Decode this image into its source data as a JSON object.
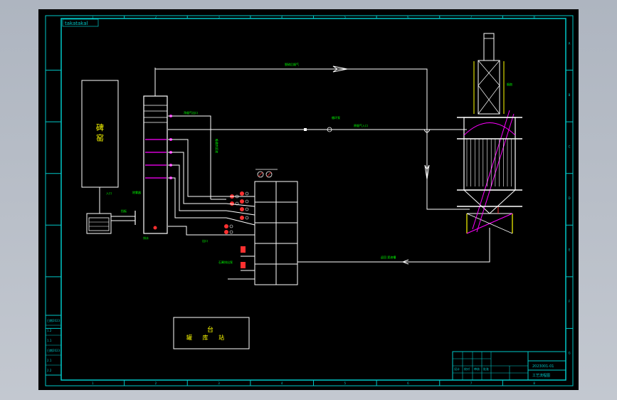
{
  "colors": {
    "viewport_bg": "#b8bec8",
    "sheet_bg": "#000000",
    "frame": "#00c8c8",
    "pipe": "#ffffff",
    "label": "#00ff00",
    "equipment": "#ffffff",
    "accent_magenta": "#ff00ff",
    "accent_red": "#ff3030",
    "accent_yellow": "#ffff00"
  },
  "title_stamp": "takatakal",
  "kiln_label": "碑 窑",
  "storage_label_top": "台",
  "storage_label_bottom": "罐 库 站",
  "column_numbers": [
    "1",
    "2",
    "3",
    "4",
    "5",
    "6",
    "7",
    "8"
  ],
  "row_letters": [
    "A",
    "B",
    "C",
    "D",
    "E",
    "F",
    "G"
  ],
  "pipe_labels": {
    "top_flue": "脱硫后烟气",
    "middle_flue": "原烟气入口",
    "tower_outlet": "净烟气出口",
    "vertical_feed": "吸收剂浆液",
    "return_line": "返回 浆液槽",
    "tower_top_tag": "除雾器",
    "pump_tag": "循环泵",
    "damper_tag": "挡板",
    "inlet_tag": "入口",
    "drain_tag": "排水",
    "lower_tag": "石膏排出泵",
    "outlet_tag": "出口",
    "chimney_tag": "烟囱"
  },
  "revision_table": [
    "日期2023",
    "1.2",
    "1.1",
    "日期2023",
    "2.1",
    "2.2"
  ],
  "title_block": {
    "drawing_no": "2023001-01",
    "drawing_name": "工艺流程图",
    "header_cells": [
      "设计",
      "校对",
      "审核",
      "批准"
    ]
  }
}
